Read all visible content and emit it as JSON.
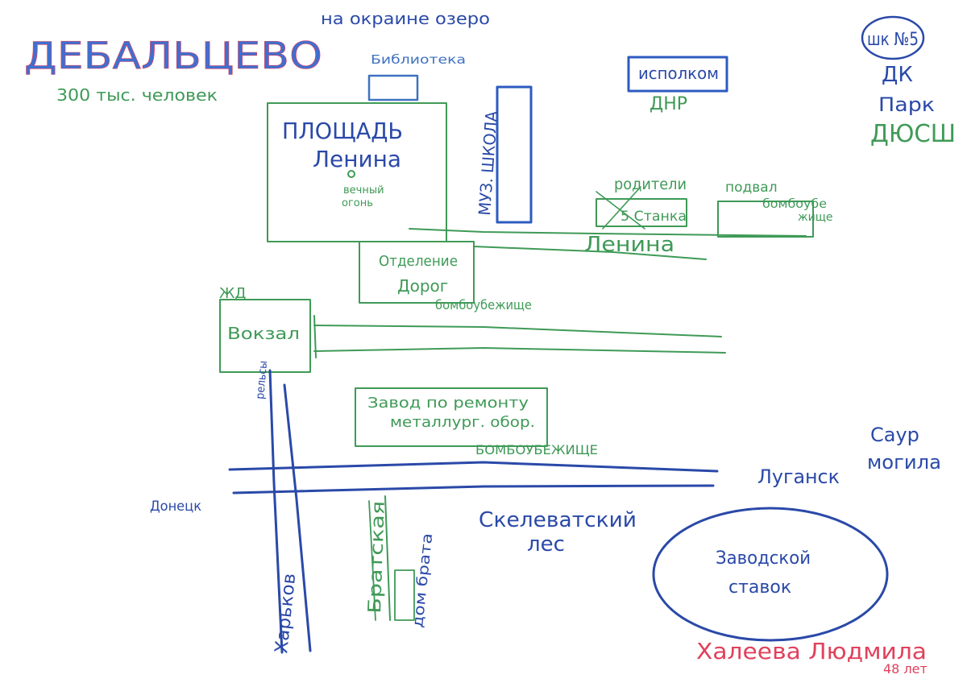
{
  "colors": {
    "blue": "#2a49a8",
    "green": "#3f9a57",
    "red": "#e0415c",
    "paper": "#ffffff"
  },
  "header": {
    "city": "ДЕБАЛЬЦЕВО",
    "population": "300 тыс. человек",
    "lake": "на окраине озеро"
  },
  "corner": {
    "school": "шк №5",
    "dk": "ДК",
    "park": "Парк",
    "dyussh": "ДЮСШ"
  },
  "buildings": {
    "library": "Библиотека",
    "ispolkom": "исполком",
    "dnr": "ДНР",
    "square_line1": "ПЛОЩАДЬ",
    "square_line2": "Ленина",
    "flame_line1": "вечный",
    "flame_line2": "огонь",
    "music_school": "МУЗ. ШКОЛА",
    "parents": "родители",
    "stanka": "5 Станка",
    "basement_line1": "подвал",
    "basement_line2": "бомбоубе",
    "basement_line3": "жище",
    "dept_line1": "Отделение",
    "dept_line2": "Дорог",
    "shelter1": "бомбоубежище",
    "jd": "ЖД",
    "station": "Вокзал",
    "factory_line1": "Завод по ремонту",
    "factory_line2": "металлург. обор.",
    "shelter2": "БОМБОУБЕЖИЩЕ"
  },
  "streets": {
    "lenina": "Ленина",
    "rails": "рельсы",
    "donetsk": "Донецк",
    "lugansk": "Луганск",
    "kharkov": "Харьков",
    "bratskaya": "Братская",
    "brother_house": "дом брата"
  },
  "areas": {
    "forest_line1": "Скелеватский",
    "forest_line2": "лес",
    "saur_line1": "Саур",
    "saur_line2": "могила",
    "pond_line1": "Заводской",
    "pond_line2": "ставок"
  },
  "author": {
    "name": "Халеева Людмила",
    "age": "48 лет"
  }
}
